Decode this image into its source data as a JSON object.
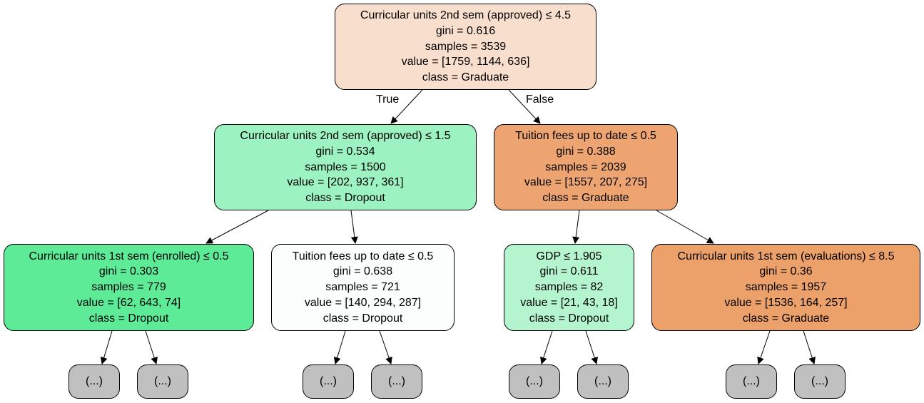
{
  "tree": {
    "root": {
      "condition": "Curricular units 2nd sem (approved) ≤ 4.5",
      "gini": "gini = 0.616",
      "samples": "samples = 3539",
      "value": "value = [1759, 1144, 636]",
      "class": "class = Graduate",
      "fill": "#f8dfcd"
    },
    "edge_labels": {
      "true": "True",
      "false": "False"
    },
    "level1": [
      {
        "condition": "Curricular units 2nd sem (approved) ≤ 1.5",
        "gini": "gini = 0.534",
        "samples": "samples = 1500",
        "value": "value = [202, 937, 361]",
        "class": "class = Dropout",
        "fill": "#9cf2c1"
      },
      {
        "condition": "Tuition fees up to date ≤ 0.5",
        "gini": "gini = 0.388",
        "samples": "samples = 2039",
        "value": "value = [1557, 207, 275]",
        "class": "class = Graduate",
        "fill": "#eda471"
      }
    ],
    "level2": [
      {
        "condition": "Curricular units 1st sem (enrolled) ≤ 0.5",
        "gini": "gini = 0.303",
        "samples": "samples = 779",
        "value": "value = [62, 643, 74]",
        "class": "class = Dropout",
        "fill": "#5deb98"
      },
      {
        "condition": "Tuition fees up to date ≤ 0.5",
        "gini": "gini = 0.638",
        "samples": "samples = 721",
        "value": "value = [140, 294, 287]",
        "class": "class = Dropout",
        "fill": "#fcfefd"
      },
      {
        "condition": "GDP ≤ 1.905",
        "gini": "gini = 0.611",
        "samples": "samples = 82",
        "value": "value = [21, 43, 18]",
        "class": "class = Dropout",
        "fill": "#b4f5cf"
      },
      {
        "condition": "Curricular units 1st sem (evaluations) ≤ 8.5",
        "gini": "gini = 0.36",
        "samples": "samples = 1957",
        "value": "value = [1536, 164, 257]",
        "class": "class = Graduate",
        "fill": "#eca06a"
      }
    ],
    "leaf_label": "(...)",
    "leaf_fill": "#c0c0c0"
  }
}
